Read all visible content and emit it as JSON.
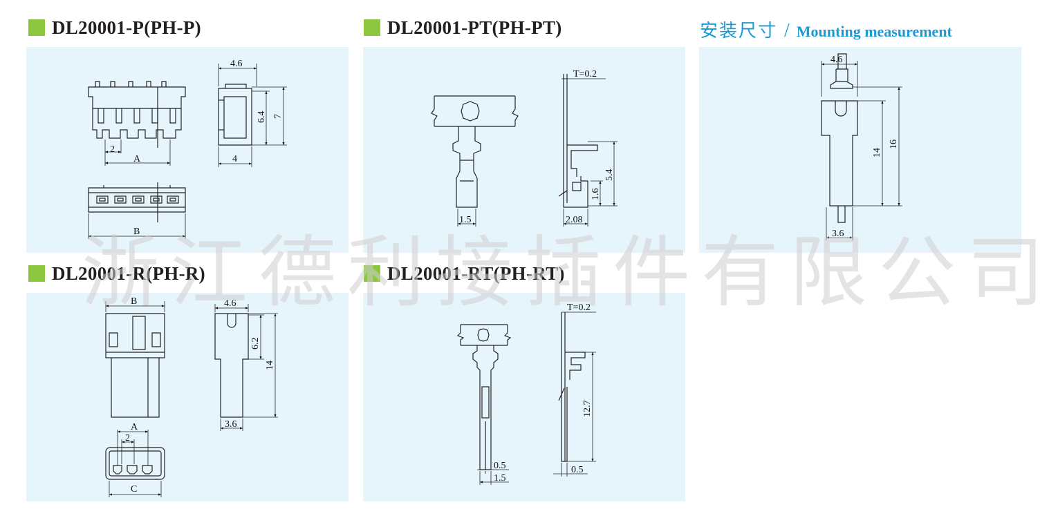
{
  "sections": {
    "p": {
      "title": "DL20001-P(PH-P)",
      "labels": {
        "w": "4.6",
        "h1": "6.4",
        "h2": "7",
        "d": "4",
        "pitch": "2",
        "a": "A",
        "b": "B"
      }
    },
    "pt": {
      "title": "DL20001-PT(PH-PT)",
      "labels": {
        "t": "T=0.2",
        "h": "5.4",
        "h2": "1.6",
        "w1": "1.5",
        "w2": "2.08"
      }
    },
    "mount": {
      "title_zh": "安装尺寸",
      "separator": "/",
      "title_en": "Mounting measurement",
      "labels": {
        "top": "4.6",
        "h1": "14",
        "h2": "16",
        "bottom": "3.6"
      }
    },
    "r": {
      "title": "DL20001-R(PH-R)",
      "labels": {
        "b": "B",
        "w": "4.6",
        "h1": "6.2",
        "h2": "14",
        "bottom": "3.6",
        "a": "A",
        "pitch": "2",
        "c": "C"
      }
    },
    "rt": {
      "title": "DL20001-RT(PH-RT)",
      "labels": {
        "t": "T=0.2",
        "h": "12.7",
        "w1": "0.5",
        "w2": "1.5",
        "w3": "0.5"
      }
    }
  },
  "watermark": "浙江德利接插件有限公司",
  "colors": {
    "accent_square": "#8dc63f",
    "panel_bg": "#e6f4fb",
    "mount_title": "#1a9bd7"
  }
}
